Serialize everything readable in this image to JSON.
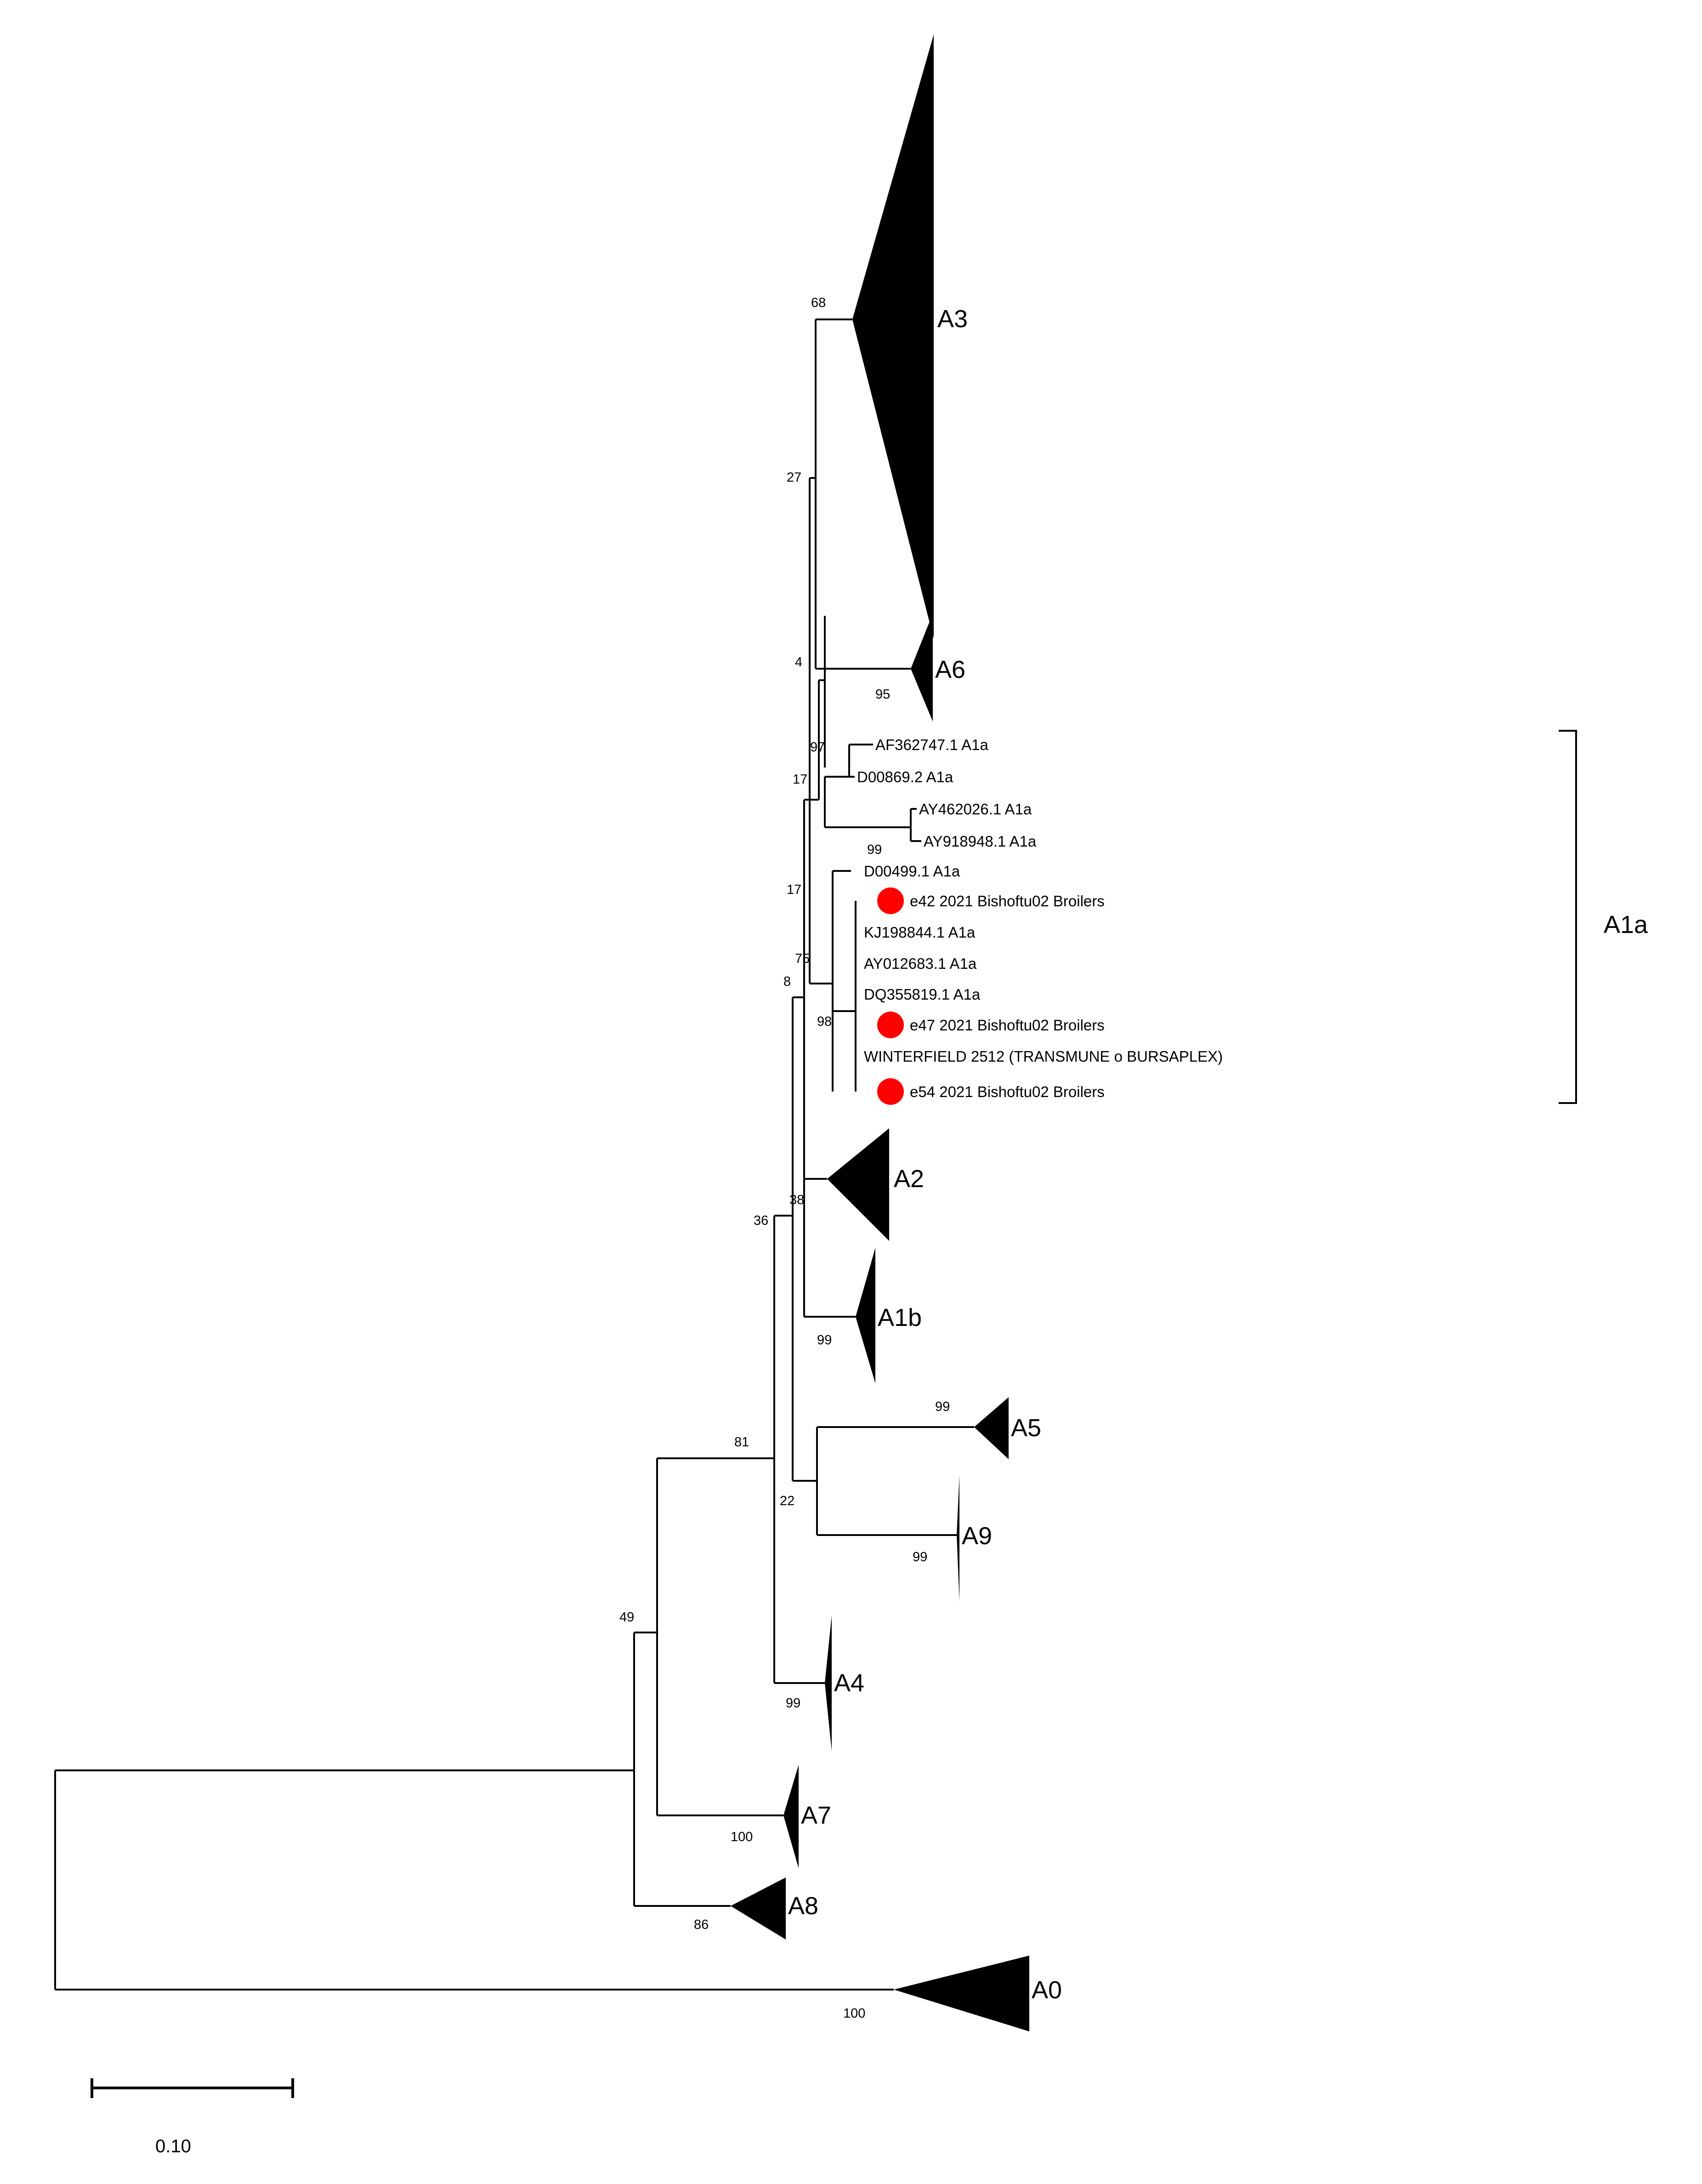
{
  "colors": {
    "line": "#000000",
    "marker": "#ff0000",
    "background": "#ffffff"
  },
  "clades": {
    "A3": "A3",
    "A6": "A6",
    "A2": "A2",
    "A1b": "A1b",
    "A5": "A5",
    "A9": "A9",
    "A4": "A4",
    "A7": "A7",
    "A8": "A8",
    "A0": "A0"
  },
  "bracket_label": "A1a",
  "leaves": {
    "af362747": "AF362747.1 A1a",
    "d00869": "D00869.2 A1a",
    "ay462026": "AY462026.1 A1a",
    "ay918948": "AY918948.1 A1a",
    "d00499": "D00499.1 A1a",
    "e42": "e42 2021 Bishoftu02 Broilers",
    "kj198844": "KJ198844.1 A1a",
    "ay012683": "AY012683.1 A1a",
    "dq355819": "DQ355819.1 A1a",
    "e47": "e47 2021 Bishoftu02 Broilers",
    "winterfield": "WINTERFIELD 2512 (TRANSMUNE o BURSAPLEX)",
    "e54": "e54 2021 Bishoftu02 Broilers"
  },
  "bootstrap": {
    "b68": "68",
    "b27": "27",
    "b4": "4",
    "b95": "95",
    "b97": "97",
    "b17a": "17",
    "b99a": "99",
    "b17b": "17",
    "b75": "75",
    "b8": "8",
    "b98": "98",
    "b38": "38",
    "b36": "36",
    "b99b": "99",
    "b99c": "99",
    "b81": "81",
    "b22": "22",
    "b99d": "99",
    "b49": "49",
    "b99e": "99",
    "b100a": "100",
    "b86": "86",
    "b100b": "100"
  },
  "scale_bar": {
    "label": "0.10"
  }
}
